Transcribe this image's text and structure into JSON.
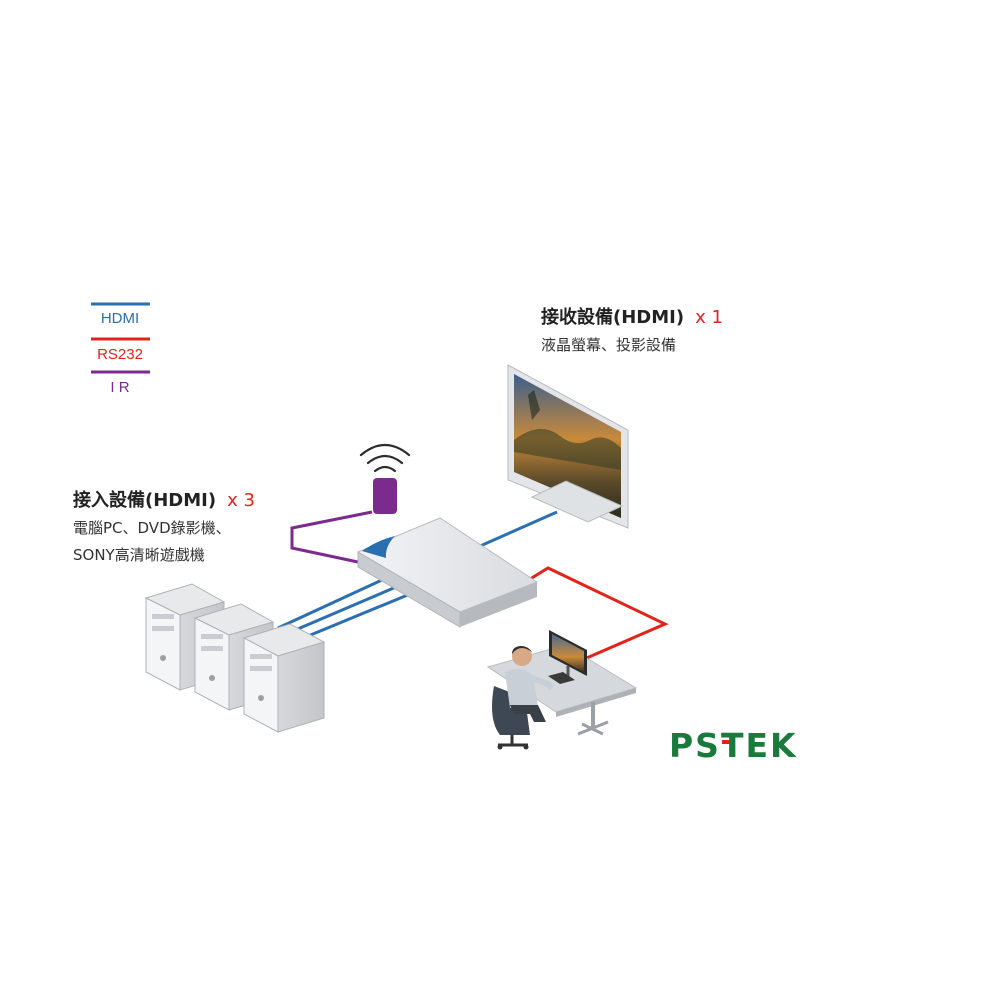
{
  "legend": {
    "hdmi": {
      "label": "HDMI",
      "color": "#2a6fb0"
    },
    "rs232": {
      "label": "RS232",
      "color": "#e2231a"
    },
    "ir": {
      "label": "I R",
      "color": "#7b2a8e"
    }
  },
  "receiver": {
    "title": "接收設備(HDMI)",
    "count": "x 1",
    "subtitle": "液晶螢幕、投影設備"
  },
  "source": {
    "title": "接入設備(HDMI)",
    "count": "x 3",
    "subtitle_line1": "電腦PC、DVD錄影機、",
    "subtitle_line2": "SONY高清晰遊戲機"
  },
  "brand": {
    "text": "PSTEK",
    "color": "#1a7a3c",
    "accent": "#e2231a"
  },
  "icons": [
    "remote-control-icon",
    "ir-signal-icon",
    "monitor-icon",
    "switch-device-icon",
    "tower-pc-icon",
    "user-at-desk-icon"
  ]
}
